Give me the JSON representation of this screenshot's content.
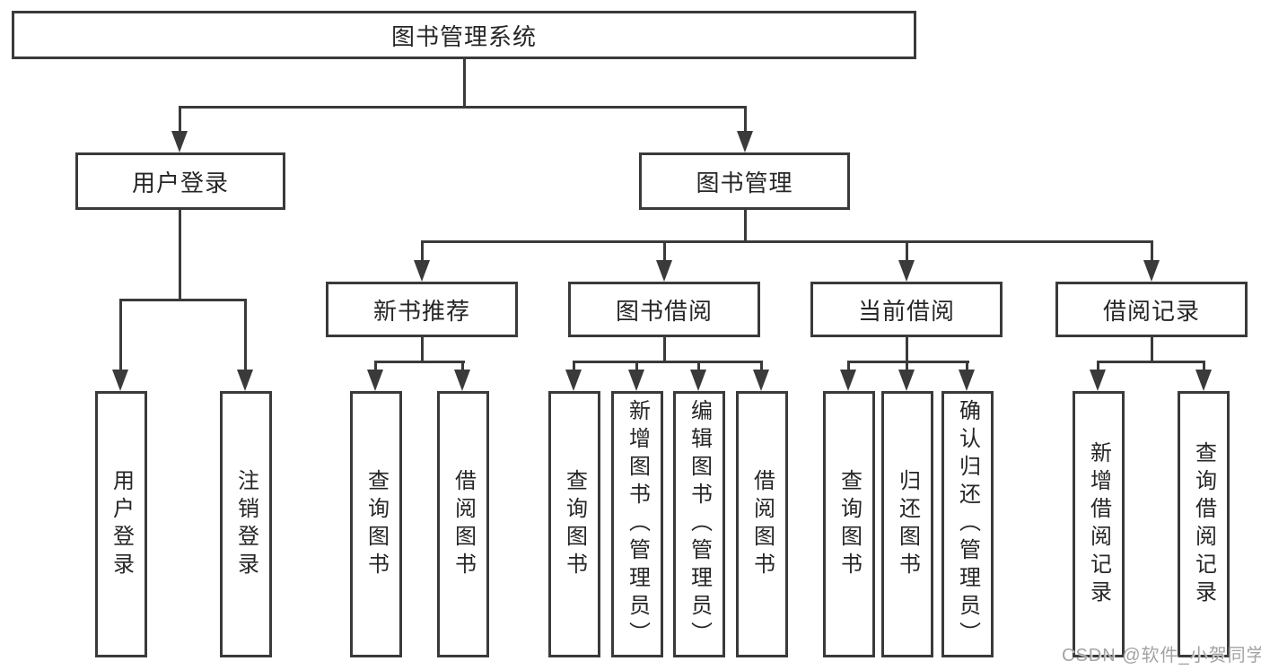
{
  "tree": {
    "root": {
      "label": "图书管理系统",
      "children": [
        {
          "label": "用户登录",
          "children": [
            {
              "label": "用户登录"
            },
            {
              "label": "注销登录"
            }
          ]
        },
        {
          "label": "图书管理",
          "children": [
            {
              "label": "新书推荐",
              "children": [
                {
                  "label": "查询图书"
                },
                {
                  "label": "借阅图书"
                }
              ]
            },
            {
              "label": "图书借阅",
              "children": [
                {
                  "label": "查询图书"
                },
                {
                  "label": "新增图书（管理员）"
                },
                {
                  "label": "编辑图书（管理员）"
                },
                {
                  "label": "借阅图书"
                }
              ]
            },
            {
              "label": "当前借阅",
              "children": [
                {
                  "label": "查询图书"
                },
                {
                  "label": "归还图书"
                },
                {
                  "label": "确认归还（管理员）"
                }
              ]
            },
            {
              "label": "借阅记录",
              "children": [
                {
                  "label": "新增借阅记录"
                },
                {
                  "label": "查询借阅记录"
                }
              ]
            }
          ]
        }
      ]
    }
  },
  "watermark": "CSDN @软件_小贺同学",
  "colors": {
    "line": "#3a3a3a",
    "text": "#262626",
    "watermark": "#a3a3a3",
    "background": "#ffffff"
  }
}
